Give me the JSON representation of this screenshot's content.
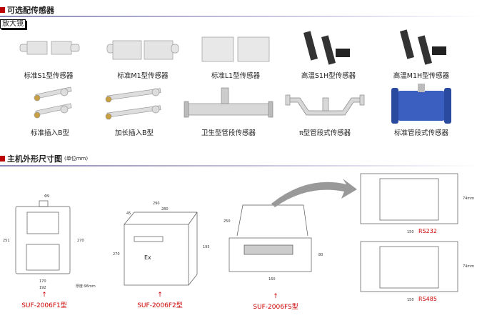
{
  "sections": {
    "sensors": {
      "title": "可选配传感器",
      "magnifier": "放大镜"
    },
    "dimensions": {
      "title": "主机外形尺寸图",
      "unit": "(单位mm)"
    }
  },
  "sensors": [
    {
      "label": "标准S1型传感器"
    },
    {
      "label": "标准M1型传感器"
    },
    {
      "label": "标准L1型传感器"
    },
    {
      "label": "高温S1H型传感器"
    },
    {
      "label": "高温M1H型传感器"
    },
    {
      "label": "标准插入B型"
    },
    {
      "label": "加长插入B型"
    },
    {
      "label": "卫生型管段传感器"
    },
    {
      "label": "π型管段式传感器"
    },
    {
      "label": "标准管段式传感器"
    }
  ],
  "models": {
    "f1": {
      "name": "SUF-2006F1型",
      "dims": {
        "hole": "Φ9",
        "h1": "251",
        "h2": "270",
        "w1": "170",
        "w2": "192",
        "thickness": "厚度:96mm"
      }
    },
    "f2": {
      "name": "SUF-2006F2型",
      "dims": {
        "w1": "290",
        "w2": "280",
        "d": "45",
        "h": "270",
        "side": "195"
      },
      "mark": "Ex"
    },
    "fs": {
      "name": "SUF-2006FS型",
      "dims": {
        "d": "250",
        "h": "80",
        "w": "160"
      }
    },
    "rs232": {
      "name": "RS232",
      "w": "150",
      "h": "74mm"
    },
    "rs485": {
      "name": "RS485",
      "w": "150",
      "h": "74mm"
    }
  },
  "arrow": "↑",
  "colors": {
    "accent": "#cc0000",
    "rule": "#8a86b8",
    "pipe_blue": "#3a5fc0"
  }
}
